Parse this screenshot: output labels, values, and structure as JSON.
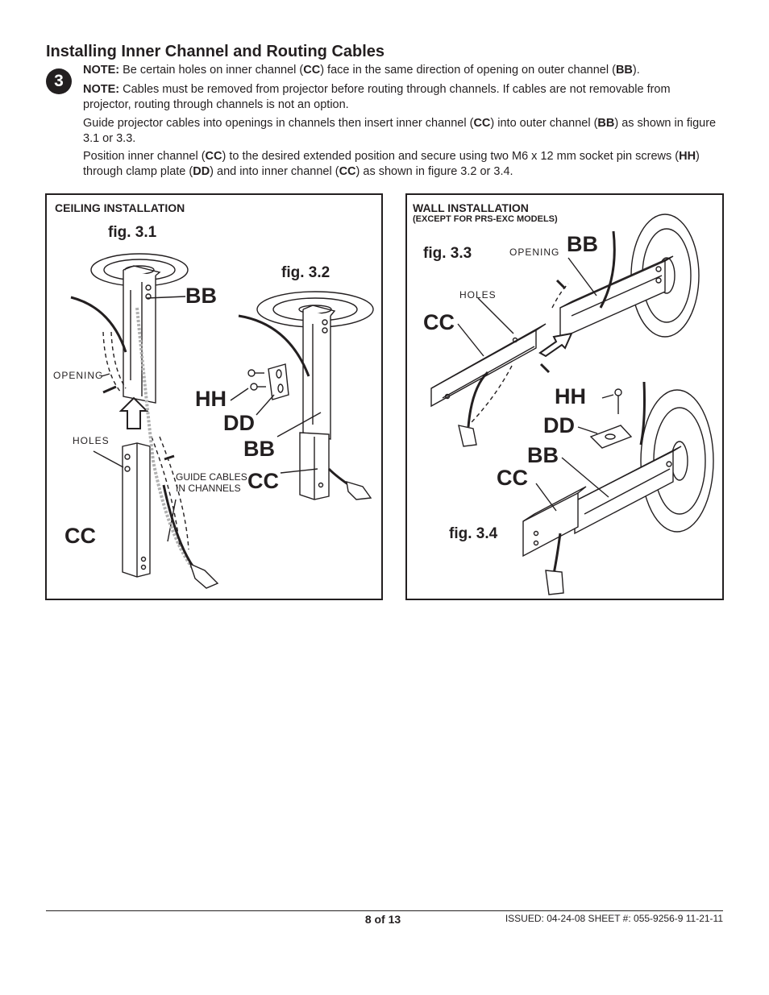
{
  "section_title": "Installing Inner Channel and Routing Cables",
  "step_number": "3",
  "para1": {
    "label": "NOTE:",
    "t1": " Be certain holes on inner channel (",
    "b1": "CC",
    "t2": ") face in the same direction of opening on outer channel (",
    "b2": "BB",
    "t3": ")."
  },
  "para2": {
    "label": "NOTE:",
    "t1": " Cables must be removed from projector before routing through channels. If cables are not removable from projector, routing through channels is not an option."
  },
  "para3": {
    "t1": "Guide projector cables into openings in channels then insert inner channel (",
    "b1": "CC",
    "t2": ") into outer channel (",
    "b2": "BB",
    "t3": ") as shown in figure 3.1 or 3.3."
  },
  "para4": {
    "t1": "Position inner channel (",
    "b1": "CC",
    "t2": ") to the desired extended position and secure using two M6 x 12 mm socket pin screws (",
    "b2": "HH",
    "t3": ") through clamp plate (",
    "b3": "DD",
    "t4": ") and into inner channel (",
    "b4": "CC",
    "t5": ") as shown in figure 3.2 or 3.4."
  },
  "ceiling": {
    "title": "CEILING INSTALLATION",
    "fig1": "fig. 3.1",
    "fig2": "fig. 3.2",
    "opening": "OPENING",
    "holes": "HOLES",
    "guide": "GUIDE CABLES IN CHANNELS",
    "bb1": "BB",
    "cc1": "CC",
    "hh": "HH",
    "dd": "DD",
    "bb2": "BB",
    "cc2": "CC"
  },
  "wall": {
    "title": "WALL INSTALLATION",
    "subtitle": "(EXCEPT FOR PRS-EXC MODELS)",
    "fig3": "fig. 3.3",
    "fig4": "fig. 3.4",
    "opening": "OPENING",
    "holes": "HOLES",
    "bb1": "BB",
    "cc1": "CC",
    "hh": "HH",
    "dd": "DD",
    "bb2": "BB",
    "cc2": "CC"
  },
  "footer": {
    "page": "8 of 13",
    "issued": "ISSUED: 04-24-08  SHEET #: 055-9256-9  11-21-11"
  }
}
